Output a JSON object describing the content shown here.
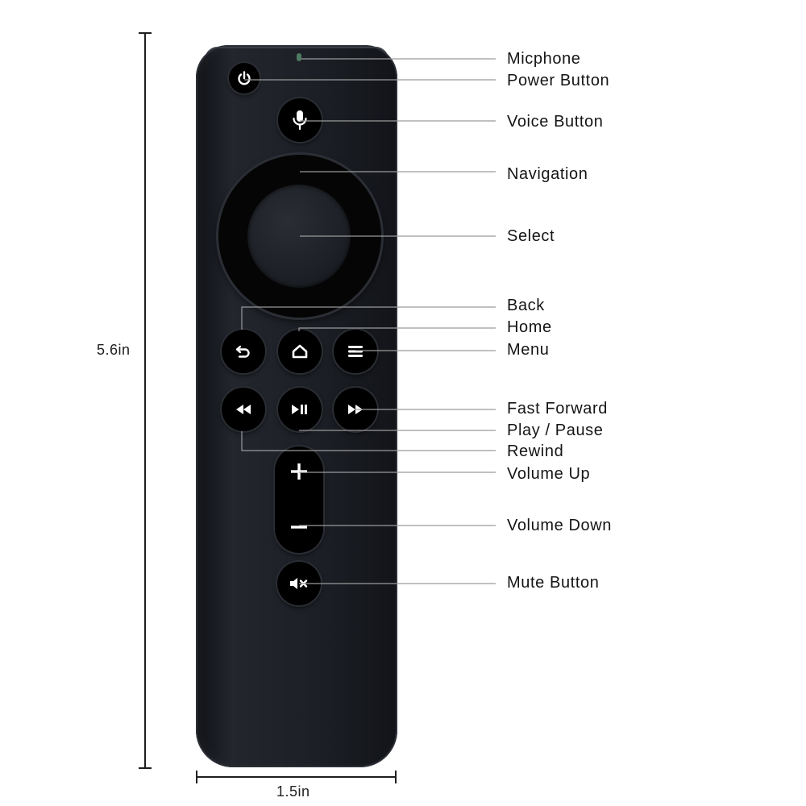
{
  "dimensions": {
    "height_label": "5.6in",
    "width_label": "1.5in"
  },
  "callouts": {
    "microphone": "Micphone",
    "power": "Power Button",
    "voice": "Voice Button",
    "navigation": "Navigation",
    "select": "Select",
    "back": "Back",
    "home": "Home",
    "menu": "Menu",
    "fast_forward": "Fast Forward",
    "play_pause": "Play / Pause",
    "rewind": "Rewind",
    "volume_up": "Volume Up",
    "volume_down": "Volume Down",
    "mute": "Mute Button"
  },
  "icons": {
    "power": "power-icon",
    "voice": "microphone-icon",
    "back": "back-arrow-icon",
    "home": "home-icon",
    "menu": "menu-icon",
    "rewind": "rewind-icon",
    "play_pause": "play-pause-icon",
    "fast_forward": "fast-forward-icon",
    "volume_up": "plus-icon",
    "volume_down": "minus-icon",
    "mute": "mute-icon"
  },
  "colors": {
    "remote_body": "#1c1f25",
    "button": "#000000",
    "icon": "#ffffff",
    "leader_line": "#9a9a9a"
  }
}
